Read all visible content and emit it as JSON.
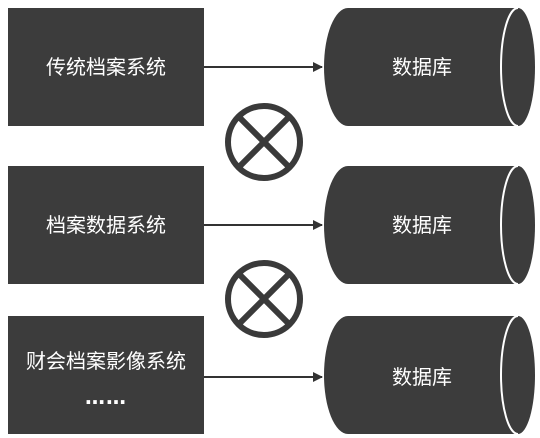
{
  "rows": [
    {
      "system_label": "传统档案系统",
      "system_sublabel": "",
      "database_label": "数据库"
    },
    {
      "system_label": "档案数据系统",
      "system_sublabel": "",
      "database_label": "数据库"
    },
    {
      "system_label": "财会档案影像系统",
      "system_sublabel": "……",
      "database_label": "数据库"
    }
  ],
  "colors": {
    "box_fill": "#3c3c3c",
    "text": "#ffffff",
    "arrow": "#333333",
    "blocked_symbol": "#3a3a3a"
  },
  "icons": {
    "blocked": "circled-x-icon",
    "database": "database-cylinder-icon"
  }
}
